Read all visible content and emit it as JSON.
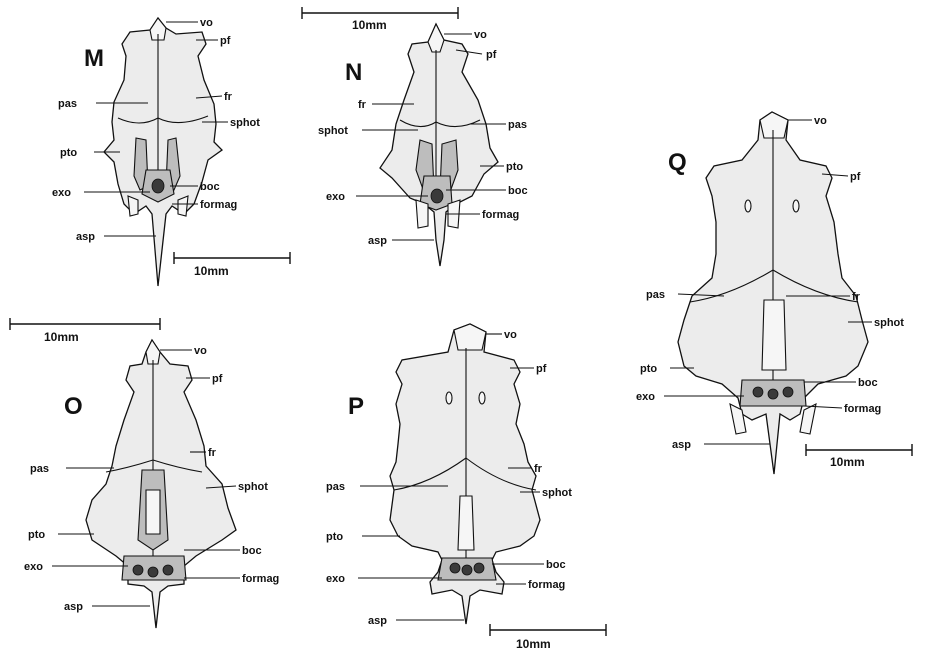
{
  "panels": [
    {
      "id": "M",
      "letter": "M",
      "scale": "10mm",
      "labels": {
        "vo": "vo",
        "pf": "pf",
        "pas": "pas",
        "fr": "fr",
        "sphot": "sphot",
        "pto": "pto",
        "exo": "exo",
        "boc": "boc",
        "formag": "formag",
        "asp": "asp"
      }
    },
    {
      "id": "N",
      "letter": "N",
      "scale": "10mm",
      "labels": {
        "vo": "vo",
        "pf": "pf",
        "fr": "fr",
        "sphot": "sphot",
        "pas": "pas",
        "pto": "pto",
        "exo": "exo",
        "boc": "boc",
        "formag": "formag",
        "asp": "asp"
      }
    },
    {
      "id": "O",
      "letter": "O",
      "scale": "10mm",
      "labels": {
        "vo": "vo",
        "pf": "pf",
        "fr": "fr",
        "pas": "pas",
        "sphot": "sphot",
        "pto": "pto",
        "boc": "boc",
        "exo": "exo",
        "formag": "formag",
        "asp": "asp"
      }
    },
    {
      "id": "P",
      "letter": "P",
      "scale": "10mm",
      "labels": {
        "vo": "vo",
        "pf": "pf",
        "fr": "fr",
        "pas": "pas",
        "sphot": "sphot",
        "pto": "pto",
        "boc": "boc",
        "exo": "exo",
        "formag": "formag",
        "asp": "asp"
      }
    },
    {
      "id": "Q",
      "letter": "Q",
      "scale": "10mm",
      "labels": {
        "vo": "vo",
        "pf": "pf",
        "pas": "pas",
        "fr": "fr",
        "sphot": "sphot",
        "pto": "pto",
        "boc": "boc",
        "exo": "exo",
        "formag": "formag",
        "asp": "asp"
      }
    }
  ]
}
